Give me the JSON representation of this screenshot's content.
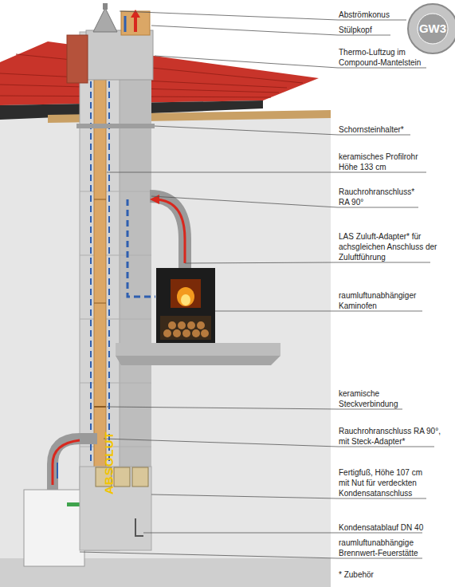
{
  "diagram": {
    "labels": [
      "Abströmkonus",
      "Stülpkopf",
      "Thermo-Luftzug im Compound-Mantelstein",
      "Schornsteinhalter*",
      "keramisches Profilrohr Höhe 133 cm",
      "Rauchrohranschluss* RA 90°",
      "LAS Zuluft-Adapter* für achsgleichen Anschluss der Zuluftführung",
      "raumluftunabhängiger Kaminofen",
      "keramische Steckverbindung",
      "Rauchrohranschluss RA 90°, mit Steck-Adapter*",
      "Fertigfuß, Höhe 107 cm mit Nut für verdeckten Kondensatanschluss",
      "Kondensatablauf DN 40",
      "raumluftunabhängige Brennwert-Feuerstätte",
      "* Zubehör",
      "ABSOLUT",
      "GW3"
    ]
  }
}
